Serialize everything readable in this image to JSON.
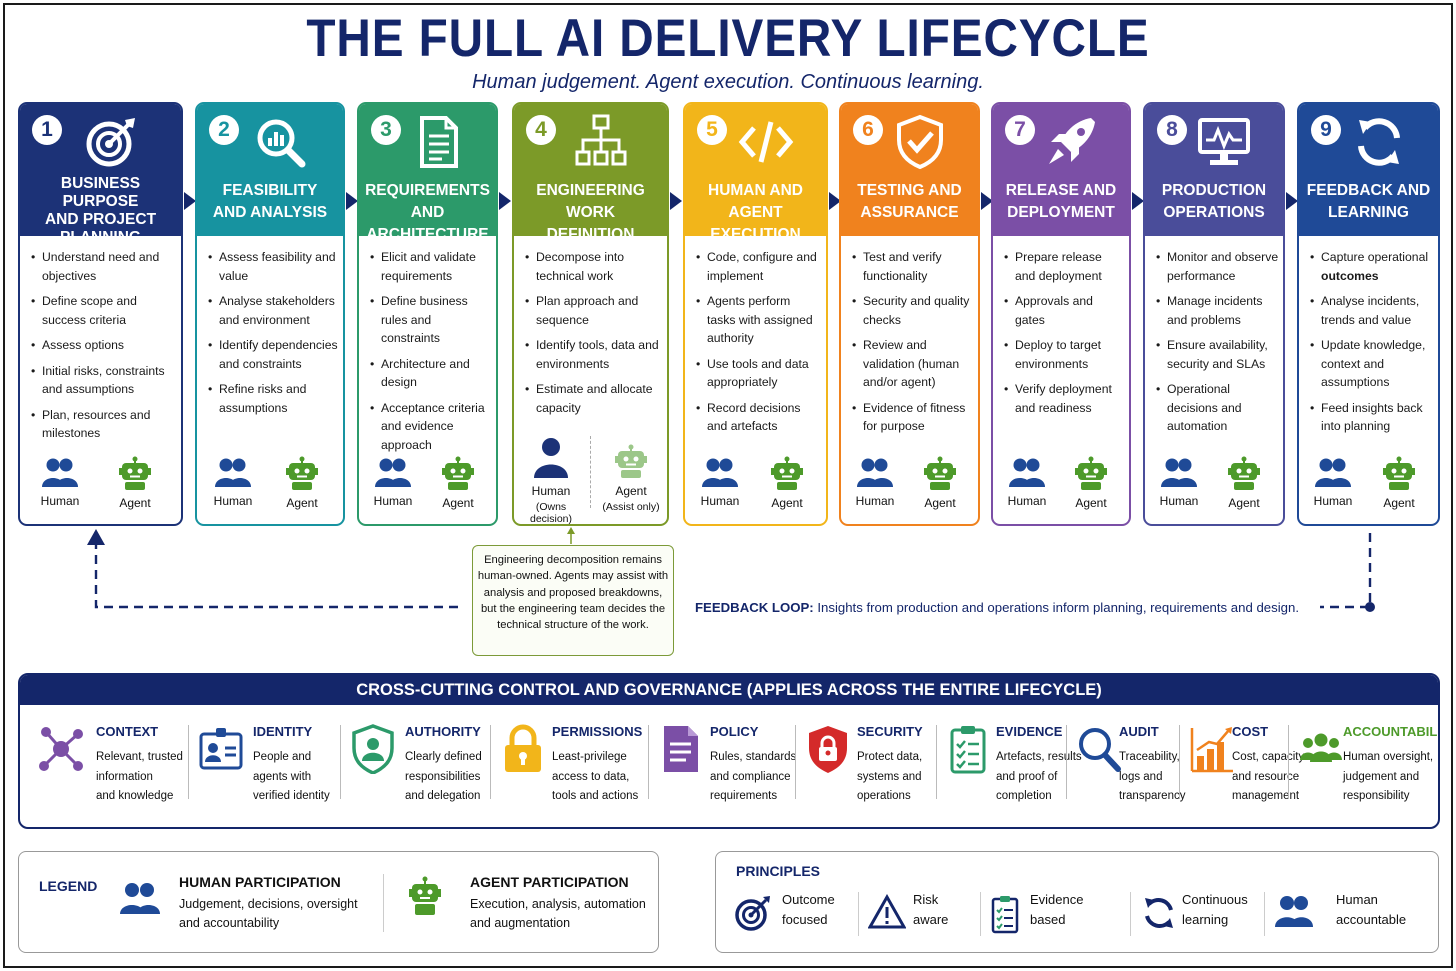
{
  "title": "THE FULL AI DELIVERY LIFECYCLE",
  "subtitle": "Human judgement. Agent execution. Continuous learning.",
  "colors": {
    "navy": "#14266a",
    "stage1": "#1c3277",
    "stage2": "#1793a0",
    "stage3": "#2c9a6a",
    "stage4": "#7c9a28",
    "stage5": "#f2b51a",
    "stage6": "#f0821e",
    "stage7": "#7b4fa6",
    "stage8": "#4a4d9a",
    "stage9": "#1f4a97",
    "agent_green": "#4d9a2a"
  },
  "stages": [
    {
      "number": "1",
      "icon": "target-icon",
      "title": "BUSINESS PURPOSE\nAND PROJECT\nPLANNING",
      "bullets": [
        "Understand need and objectives",
        "Define scope and success criteria",
        "Assess options",
        "Initial risks, constraints and assumptions",
        "Plan, resources and milestones"
      ],
      "human_label": "Human",
      "agent_label": "Agent"
    },
    {
      "number": "2",
      "icon": "magnifier-chart-icon",
      "title": "FEASIBILITY\nAND ANALYSIS",
      "bullets": [
        "Assess feasibility and value",
        "Analyse stakeholders and environment",
        "Identify dependencies and constraints",
        "Refine risks and assumptions"
      ],
      "human_label": "Human",
      "agent_label": "Agent"
    },
    {
      "number": "3",
      "icon": "document-icon",
      "title": "REQUIREMENTS\nAND ARCHITECTURE",
      "bullets": [
        "Elicit and validate requirements",
        "Define business rules and constraints",
        "Architecture and design",
        "Acceptance criteria and evidence approach"
      ],
      "human_label": "Human",
      "agent_label": "Agent"
    },
    {
      "number": "4",
      "icon": "hierarchy-icon",
      "title": "ENGINEERING WORK\nDEFINITION",
      "bullets": [
        "Decompose into technical work",
        "Plan approach and sequence",
        "Identify tools, data and environments",
        "Estimate and allocate capacity"
      ],
      "human_label": "Human",
      "human_sub": "(Owns decision)",
      "agent_label": "Agent",
      "agent_sub": "(Assist only)"
    },
    {
      "number": "5",
      "icon": "code-icon",
      "title": "HUMAN AND\nAGENT EXECUTION",
      "bullets": [
        "Code, configure and implement",
        "Agents perform tasks with assigned authority",
        "Use tools and data appropriately",
        "Record decisions and artefacts"
      ],
      "human_label": "Human",
      "agent_label": "Agent"
    },
    {
      "number": "6",
      "icon": "shield-check-icon",
      "title": "TESTING AND\nASSURANCE",
      "bullets": [
        "Test and verify functionality",
        "Security and quality checks",
        "Review and validation (human and/or agent)",
        "Evidence of fitness for purpose"
      ],
      "human_label": "Human",
      "agent_label": "Agent"
    },
    {
      "number": "7",
      "icon": "rocket-icon",
      "title": "RELEASE AND\nDEPLOYMENT",
      "bullets": [
        "Prepare release and deployment",
        "Approvals and gates",
        "Deploy to target environments",
        "Verify deployment and readiness"
      ],
      "human_label": "Human",
      "agent_label": "Agent"
    },
    {
      "number": "8",
      "icon": "monitor-icon",
      "title": "PRODUCTION\nOPERATIONS",
      "bullets": [
        "Monitor and observe performance",
        "Manage incidents and problems",
        "Ensure availability, security and SLAs",
        "Operational decisions and automation"
      ],
      "human_label": "Human",
      "agent_label": "Agent"
    },
    {
      "number": "9",
      "icon": "refresh-icon",
      "title": "FEEDBACK AND\nLEARNING",
      "bullets": [
        "Capture operational outcomes",
        "Analyse incidents, trends and value",
        "Update knowledge, context and assumptions",
        "Feed insights back into planning"
      ],
      "human_label": "Human",
      "agent_label": "Agent"
    }
  ],
  "note": "Engineering decomposition remains human-owned. Agents may assist with analysis and proposed breakdowns, but the engineering team decides the technical structure of the work.",
  "feedback_loop": {
    "label": "FEEDBACK LOOP:",
    "text": "Insights from production and operations inform planning, requirements and design."
  },
  "governance": {
    "title": "CROSS-CUTTING CONTROL AND GOVERNANCE (APPLIES ACROSS THE ENTIRE LIFECYCLE)",
    "items": [
      {
        "name": "CONTEXT",
        "desc": "Relevant, trusted\ninformation\nand knowledge",
        "icon": "network-icon",
        "color": "#7b4fa6"
      },
      {
        "name": "IDENTITY",
        "desc": "People and\nagents with\nverified identity",
        "icon": "id-card-icon",
        "color": "#1f4a97"
      },
      {
        "name": "AUTHORITY",
        "desc": "Clearly defined\nresponsibilities\nand delegation",
        "icon": "shield-person-icon",
        "color": "#2c9a6a"
      },
      {
        "name": "PERMISSIONS",
        "desc": "Least-privilege\naccess to data,\ntools and actions",
        "icon": "padlock-icon",
        "color": "#f2b51a"
      },
      {
        "name": "POLICY",
        "desc": "Rules, standards\nand compliance\nrequirements",
        "icon": "policy-document-icon",
        "color": "#7b4fa6"
      },
      {
        "name": "SECURITY",
        "desc": "Protect data,\nsystems and\noperations",
        "icon": "shield-lock-icon",
        "color": "#d42a2a"
      },
      {
        "name": "EVIDENCE",
        "desc": "Artefacts, results\nand proof of\ncompletion",
        "icon": "clipboard-icon",
        "color": "#2c9a6a"
      },
      {
        "name": "AUDIT",
        "desc": "Traceability,\nlogs and\ntransparency",
        "icon": "magnifier-icon",
        "color": "#1f4a97"
      },
      {
        "name": "COST",
        "desc": "Cost, capacity\nand resource\nmanagement",
        "icon": "bar-chart-icon",
        "color": "#f0821e"
      },
      {
        "name": "ACCOUNTABILITY",
        "desc": "Human oversight,\njudgement and\nresponsibility",
        "icon": "team-icon",
        "color": "#4d9a2a"
      }
    ]
  },
  "legend": {
    "title": "LEGEND",
    "human_title": "HUMAN PARTICIPATION",
    "human_desc": "Judgement, decisions, oversight and accountability",
    "agent_title": "AGENT PARTICIPATION",
    "agent_desc": "Execution, analysis, automation and augmentation"
  },
  "principles": {
    "title": "PRINCIPLES",
    "items": [
      {
        "label": "Outcome\nfocused",
        "icon": "target-icon"
      },
      {
        "label": "Risk\naware",
        "icon": "warning-icon"
      },
      {
        "label": "Evidence\nbased",
        "icon": "clipboard-icon"
      },
      {
        "label": "Continuous\nlearning",
        "icon": "refresh-icon"
      },
      {
        "label": "Human\naccountable",
        "icon": "people-icon"
      }
    ]
  }
}
